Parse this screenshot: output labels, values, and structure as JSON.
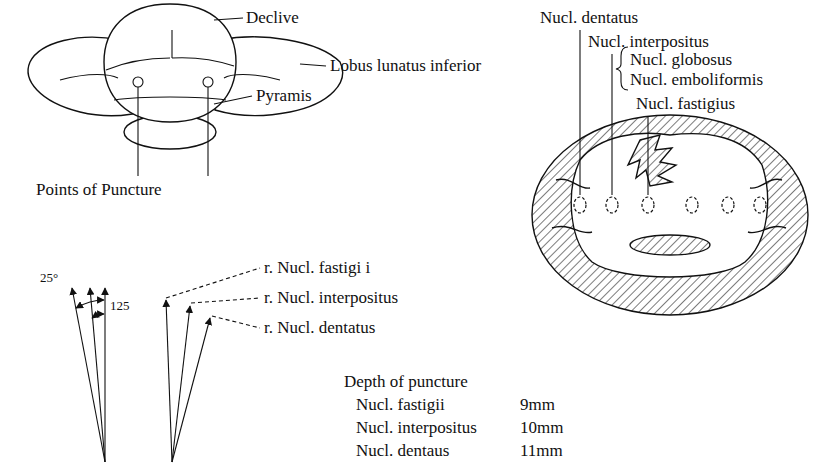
{
  "diagram": {
    "labels": [
      "Declive",
      "Lobus lunatus inferior",
      "Pyramis",
      "Points of Puncture",
      "Nucl. dentatus",
      "Nucl. interpositus",
      "Nucl. globosus",
      "Nucl. emboliformis",
      "Nucl. fastigius",
      "25°",
      "125",
      "r. Nucl. fastigi i",
      "r. Nucl. interpositus",
      "r. Nucl. dentatus",
      "Depth of puncture",
      "Nucl. fastigii",
      "9mm",
      "Nucl. interpositus",
      "10mm",
      "Nucl. dentaus",
      "11mm"
    ]
  }
}
